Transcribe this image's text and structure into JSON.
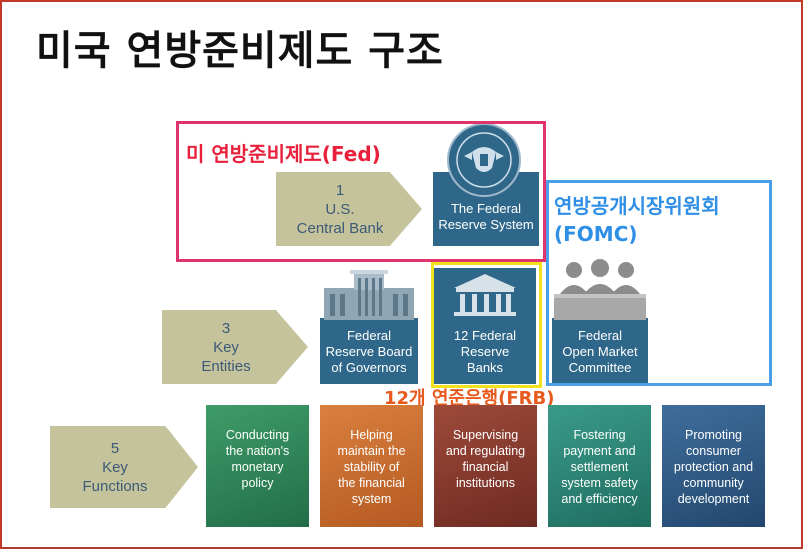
{
  "title": "미국 연방준비제도 구조",
  "colors": {
    "arrow_fill": "#c5c39c",
    "arrow_text": "#3c5a78",
    "box_blue": "#2e6789",
    "fed_highlight": "#e0336b",
    "frb_highlight": "#f2e21b",
    "fomc_highlight": "#4a9fe8",
    "fed_label": "#e8203c",
    "frb_label": "#e85a1c",
    "fomc_label": "#2f8fe6",
    "tile_green": "#2e8a5a",
    "tile_orange": "#cf6d2e",
    "tile_red": "#8c3a2e",
    "tile_teal": "#2e8a7a",
    "tile_blue": "#2e5c8a"
  },
  "arrows": {
    "central_bank": {
      "line1": "1",
      "line2": "U.S.",
      "line3": "Central Bank"
    },
    "key_entities": {
      "line1": "3",
      "line2": "Key",
      "line3": "Entities"
    },
    "key_functions": {
      "line1": "5",
      "line2": "Key",
      "line3": "Functions"
    }
  },
  "system_box": {
    "line1": "The Federal",
    "line2": "Reserve System",
    "icon": "fed-seal-icon"
  },
  "entities": [
    {
      "line1": "Federal",
      "line2": "Reserve Board",
      "line3": "of Governors",
      "icon": "government-building-icon"
    },
    {
      "line1": "12 Federal",
      "line2": "Reserve",
      "line3": "Banks",
      "icon": "bank-icon"
    },
    {
      "line1": "Federal",
      "line2": "Open Market",
      "line3": "Committee",
      "icon": "committee-people-icon"
    }
  ],
  "functions": [
    {
      "lines": [
        "Conducting",
        "the nation's",
        "monetary",
        "policy"
      ]
    },
    {
      "lines": [
        "Helping",
        "maintain the",
        "stability of",
        "the financial",
        "system"
      ]
    },
    {
      "lines": [
        "Supervising",
        "and regulating",
        "financial",
        "institutions"
      ]
    },
    {
      "lines": [
        "Fostering",
        "payment and",
        "settlement",
        "system safety",
        "and efficiency"
      ]
    },
    {
      "lines": [
        "Promoting",
        "consumer",
        "protection and",
        "community",
        "development"
      ]
    }
  ],
  "labels": {
    "fed": "미 연방준비제도(Fed)",
    "fomc_line1": "연방공개시장위원회",
    "fomc_line2": "(FOMC)",
    "frb": "12개 연준은행(FRB)"
  }
}
